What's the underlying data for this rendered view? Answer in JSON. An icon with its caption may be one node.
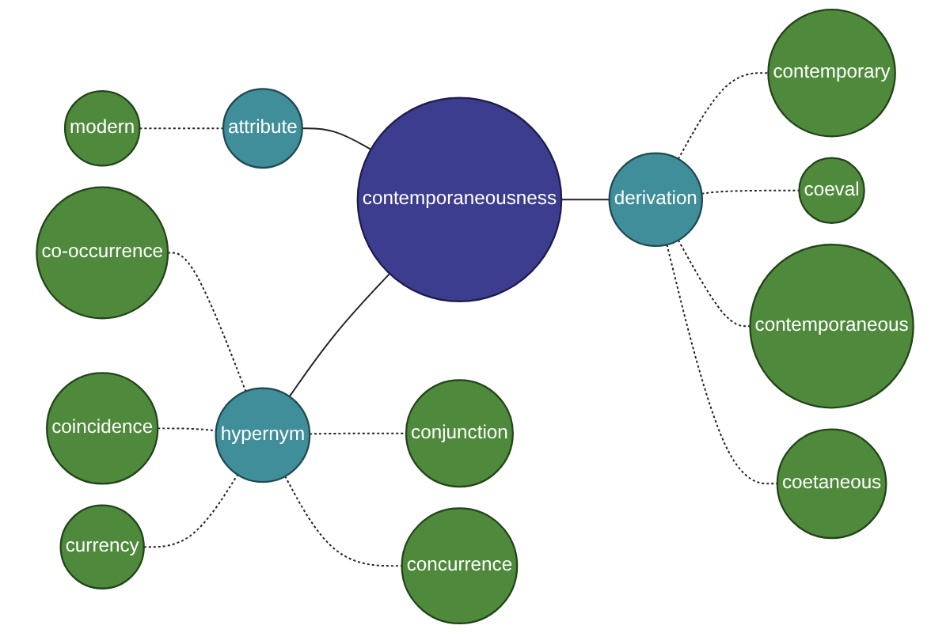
{
  "diagram": {
    "nodes": [
      {
        "text": [
          "modern"
        ]
      },
      {
        "text": [
          "currency"
        ]
      },
      {
        "text": [
          "coincidence"
        ]
      },
      {
        "text": [
          "attribute"
        ]
      },
      {
        "text": [
          "co-occurrence"
        ]
      },
      {
        "text": [
          "hypernym"
        ]
      },
      {
        "text": [
          "contemporaneousness"
        ]
      },
      {
        "text": [
          "conjunction"
        ]
      },
      {
        "text": [
          "concurrence"
        ]
      },
      {
        "text": [
          "derivation"
        ]
      },
      {
        "text": [
          "coeval"
        ]
      },
      {
        "text": [
          "contemporary"
        ]
      },
      {
        "text": [
          "coetaneous"
        ]
      },
      {
        "text": [
          "contemporaneous"
        ]
      }
    ],
    "edges": [
      {
        "from": 0,
        "to": 3,
        "arrow": "none",
        "style": "dashed"
      },
      {
        "from": 1,
        "to": 5,
        "arrow": "none",
        "style": "dashed"
      },
      {
        "from": 2,
        "to": 5,
        "arrow": "none",
        "style": "dashed"
      },
      {
        "from": 4,
        "to": 5,
        "arrow": "none",
        "style": "dashed"
      },
      {
        "from": 5,
        "to": 7,
        "arrow": "none",
        "style": "dashed"
      },
      {
        "from": 5,
        "to": 8,
        "arrow": "none",
        "style": "dashed"
      },
      {
        "from": 5,
        "to": 6,
        "arrow": "none"
      },
      {
        "from": 3,
        "to": 6,
        "arrow": "none"
      },
      {
        "from": 6,
        "to": 9,
        "arrow": "none"
      },
      {
        "from": 9,
        "to": 11,
        "arrow": "none",
        "style": "dashed"
      },
      {
        "from": 9,
        "to": 10,
        "arrow": "none",
        "style": "dashed"
      },
      {
        "from": 9,
        "to": 13,
        "arrow": "none",
        "style": "dashed"
      },
      {
        "from": 9,
        "to": 12,
        "arrow": "none",
        "style": "dashed"
      }
    ]
  }
}
